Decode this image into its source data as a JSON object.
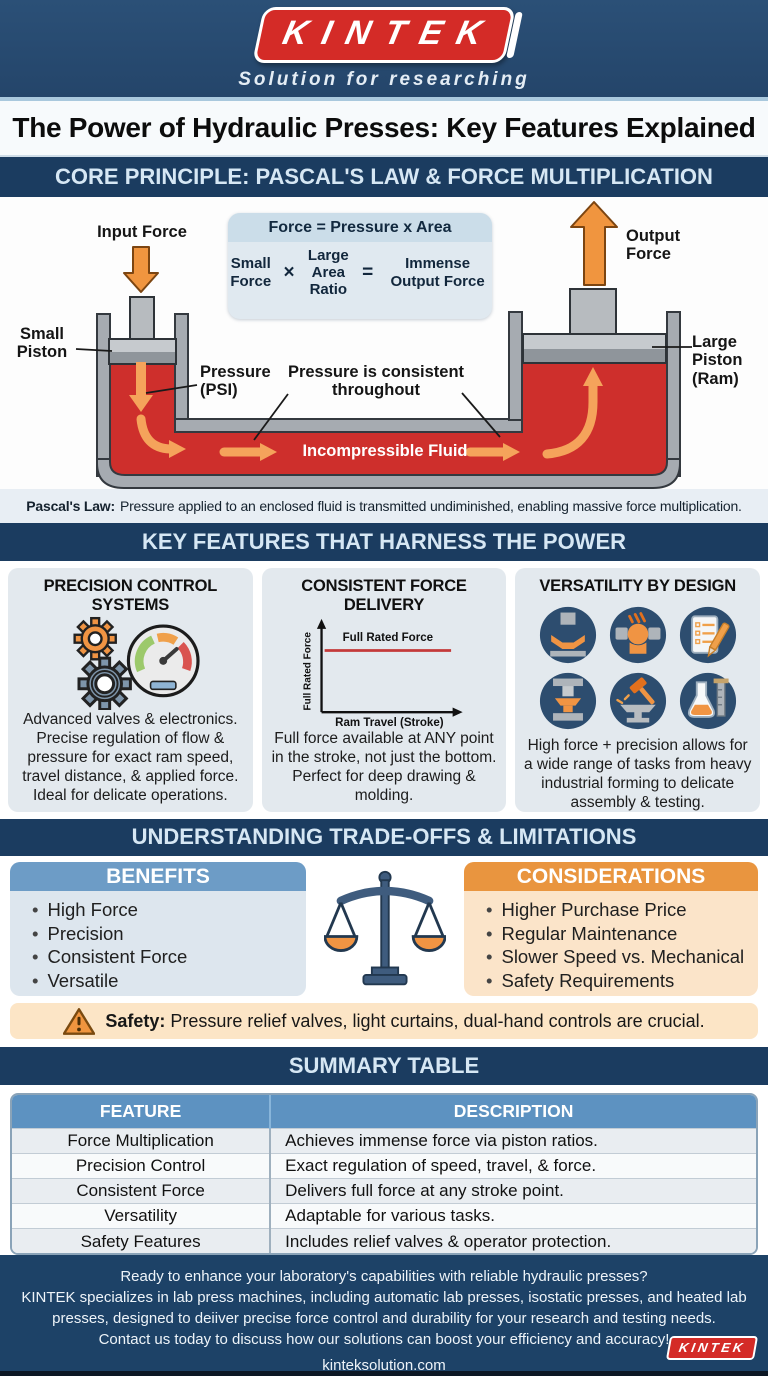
{
  "header": {
    "logo_text": "KINTEK",
    "tagline": "Solution for researching"
  },
  "title": "The Power of Hydraulic Presses: Key Features Explained",
  "sections": {
    "core": {
      "heading": "CORE PRINCIPLE: PASCAL'S LAW & FORCE MULTIPLICATION",
      "labels": {
        "input_force": "Input Force",
        "output_force": "Output Force",
        "small_piston": "Small Piston",
        "large_piston": "Large Piston (Ram)",
        "pressure_psi": "Pressure (PSI)",
        "pressure_consistent": "Pressure is consistent throughout",
        "incompressible_fluid": "Incompressible Fluid"
      },
      "formula": {
        "header": "Force = Pressure x Area",
        "term1": "Small Force",
        "operator1": "×",
        "term2": "Large Area Ratio",
        "operator2": "=",
        "term3": "Immense Output Force"
      },
      "pascal_note_label": "Pascal's Law:",
      "pascal_note": "Pressure applied to an enclosed fluid is transmitted undiminished, enabling massive force multiplication."
    },
    "features": {
      "heading": "KEY FEATURES THAT HARNESS THE POWER",
      "cards": [
        {
          "title": "PRECISION CONTROL SYSTEMS",
          "text": "Advanced valves & electronics. Precise regulation of flow & pressure for exact ram speed, travel distance, & applied force. Ideal for delicate operations."
        },
        {
          "title": "CONSISTENT FORCE DELIVERY",
          "text": "Full force available at ANY point in the stroke, not just the bottom. Perfect for deep drawing & molding.",
          "chart": {
            "line_label": "Full Rated Force",
            "ylabel": "Full Rated Force",
            "xlabel": "Ram Travel (Stroke)"
          }
        },
        {
          "title": "VERSATILITY BY DESIGN",
          "text": "High force + precision allows for a wide range of tasks from heavy industrial forming to delicate assembly & testing."
        }
      ]
    },
    "tradeoffs": {
      "heading": "UNDERSTANDING TRADE-OFFS & LIMITATIONS",
      "benefits": {
        "title": "BENEFITS",
        "items": [
          "High Force",
          "Precision",
          "Consistent Force",
          "Versatile"
        ]
      },
      "considerations": {
        "title": "CONSIDERATIONS",
        "items": [
          "Higher Purchase Price",
          "Regular Maintenance",
          "Slower Speed vs. Mechanical",
          "Safety Requirements"
        ]
      },
      "safety_label": "Safety:",
      "safety_text": "Pressure relief valves, light curtains, dual-hand controls are crucial."
    },
    "summary": {
      "heading": "SUMMARY TABLE",
      "columns": [
        "FEATURE",
        "DESCRIPTION"
      ],
      "rows": [
        [
          "Force Multiplication",
          "Achieves immense force via piston ratios."
        ],
        [
          "Precision Control",
          "Exact regulation of speed, travel, & force."
        ],
        [
          "Consistent Force",
          "Delivers full force at any stroke point."
        ],
        [
          "Versatility",
          "Adaptable for various tasks."
        ],
        [
          "Safety Features",
          "Includes relief valves & operator protection."
        ]
      ]
    }
  },
  "footer": {
    "line1": "Ready to enhance your laboratory's capabilities with reliable hydraulic presses?",
    "line2": "KINTEK specializes in lab press machines, including automatic lab presses, isostatic presses, and heated lab presses, designed to deiiver precise force control and durability for your research and testing needs.",
    "line3": "Contact us today to discuss how our solutions can boost your efficiency and accuracy!",
    "website": "kinteksolution.com",
    "logo_text": "KINTEK"
  },
  "colors": {
    "navy_header": "#24456a",
    "section_bar": "#1b3c60",
    "brand_red": "#d42b27",
    "fluid_red": "#ce2f2c",
    "arrow_orange": "#f0953f",
    "benefits_blue": "#6d9cc6",
    "considerations_orange": "#e9953f",
    "table_header_blue": "#5d92c1"
  }
}
